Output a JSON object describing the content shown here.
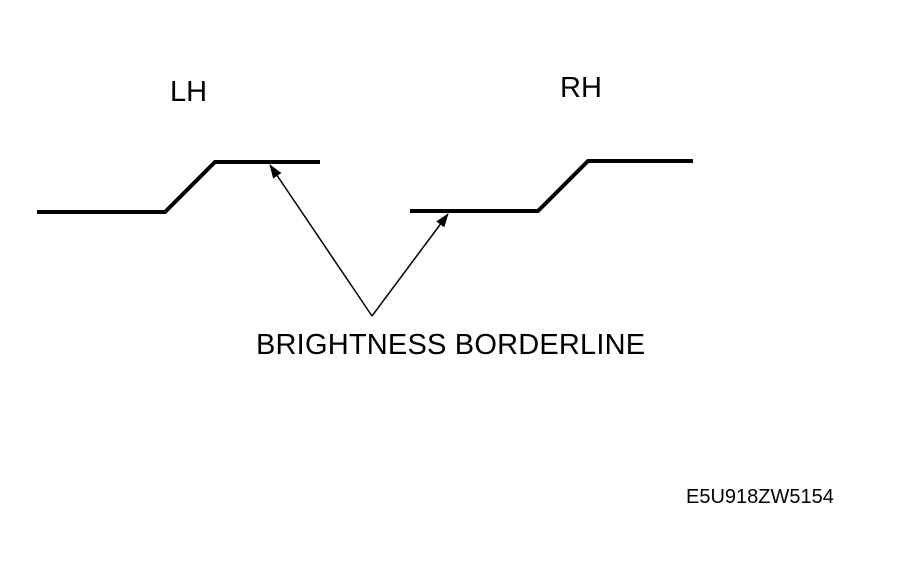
{
  "labels": {
    "left": "LH",
    "right": "RH",
    "callout": "BRIGHTNESS BORDERLINE",
    "figure_code": "E5U918ZW5154"
  },
  "colors": {
    "line": "#000000",
    "background": "#ffffff"
  }
}
